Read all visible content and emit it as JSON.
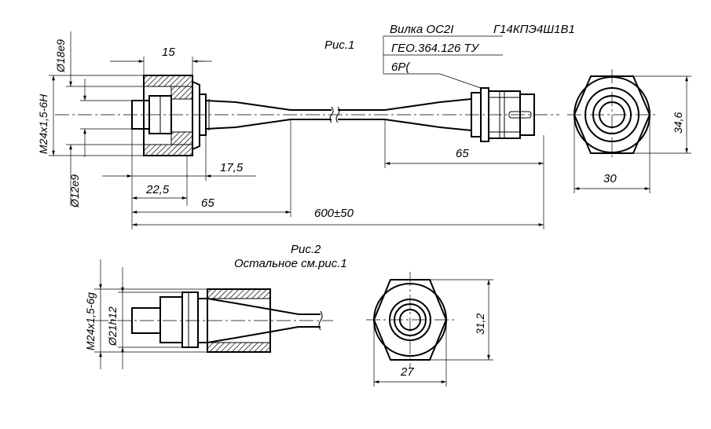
{
  "fig1": {
    "caption": "Рис.1",
    "spec": {
      "line1": "Вилка ОС2I",
      "line1b": "Г14КПЭ4Ш1В1",
      "line2": "ГЕО.364.126 ТУ",
      "line3": "6Р("
    },
    "dims": {
      "d15": "15",
      "dia18": "Ø18е9",
      "thread": "М24х1,5-6Н",
      "dia12": "Ø12е9",
      "d17": "17,5",
      "d22": "22,5",
      "d65a": "65",
      "d600": "600±50",
      "d65b": "65",
      "d346": "34,6",
      "d30": "30"
    }
  },
  "fig2": {
    "caption": "Рис.2",
    "subcaption": "Остальное см.рис.1",
    "dims": {
      "thread": "М24х1,5-6g",
      "dia21": "Ø21h12",
      "d312": "31,2",
      "d27": "27"
    }
  }
}
